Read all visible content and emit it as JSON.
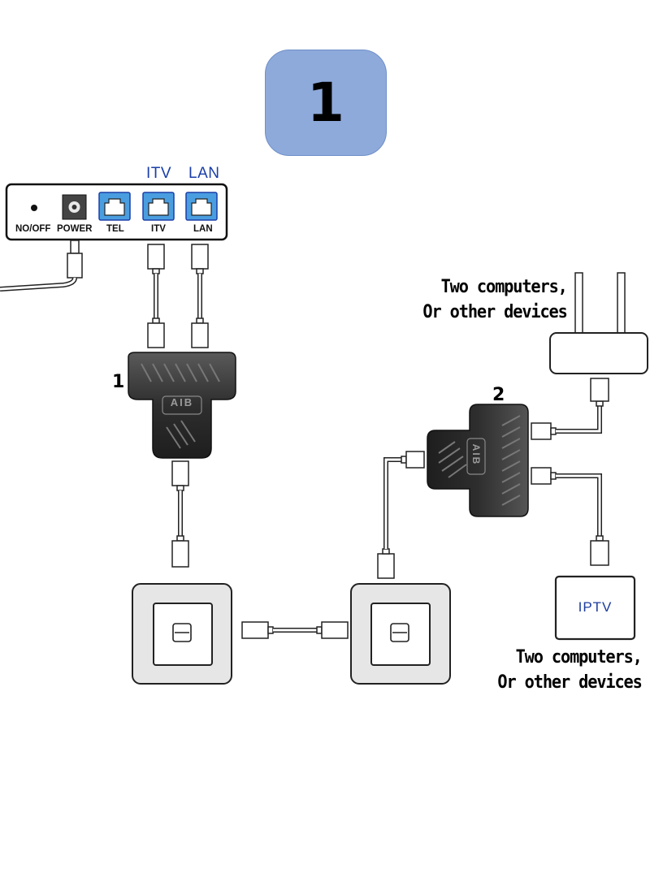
{
  "step_number": "1",
  "router": {
    "top_labels": {
      "itv": "ITV",
      "lan": "LAN"
    },
    "port_labels": {
      "onoff": "NO/OFF",
      "power": "POWER",
      "tel": "TEL",
      "itv": "ITV",
      "lan": "LAN"
    }
  },
  "splitters": {
    "first": {
      "number": "1",
      "marking": "AIB"
    },
    "second": {
      "number": "2",
      "marking": "AIB"
    }
  },
  "devices": {
    "top_right": {
      "line1": "Two computers,",
      "line2": "Or other devices"
    },
    "bottom_right": {
      "screen_label": "IPTV",
      "line1": "Two computers,",
      "line2": "Or other devices"
    }
  },
  "colors": {
    "badge": "#8eaadb",
    "port_blue": "#4a9ee0",
    "label_blue": "#1a3ea8",
    "splitter": "#2f2f2f"
  }
}
